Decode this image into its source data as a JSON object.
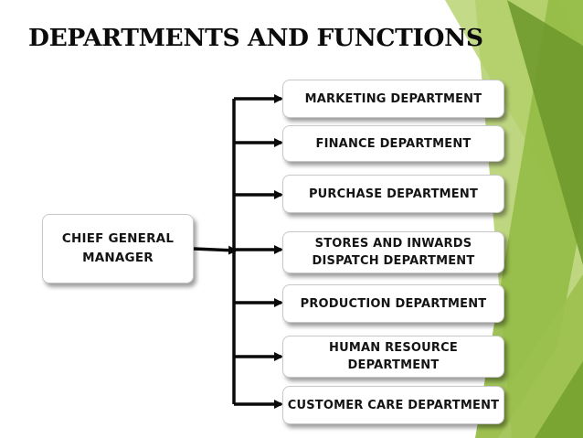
{
  "slide": {
    "title": "DEPARTMENTS AND FUNCTIONS",
    "colors": {
      "background": "#ffffff",
      "accent_light": "#c7dc8e",
      "accent_mid": "#a3c452",
      "accent_dark": "#6f9a2c",
      "title_text": "#0b0b0b",
      "connector": "#0a0a0a"
    }
  },
  "root": {
    "label": "CHIEF GENERAL\nMANAGER"
  },
  "departments": [
    {
      "label": "MARKETING  DEPARTMENT"
    },
    {
      "label": "FINANCE DEPARTMENT"
    },
    {
      "label": "PURCHASE DEPARTMENT"
    },
    {
      "label": "STORES AND INWARDS\nDISPATCH DEPARTMENT"
    },
    {
      "label": "PRODUCTION DEPARTMENT"
    },
    {
      "label": "HUMAN RESOURCE\nDEPARTMENT"
    },
    {
      "label": "CUSTOMER CARE DEPARTMENT"
    }
  ]
}
